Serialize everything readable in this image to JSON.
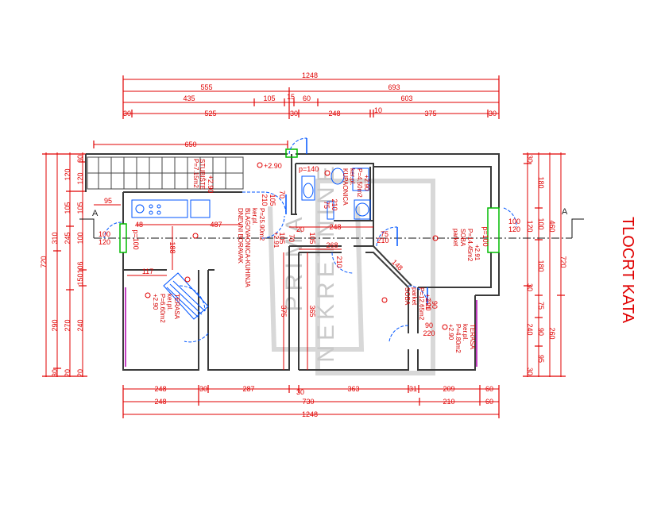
{
  "title": "TLOCRT KATA",
  "section_marks": [
    "A",
    "A"
  ],
  "watermark": {
    "line1": "PRIMA",
    "line2": "NEKRETNINE"
  },
  "colors": {
    "dimension": "#e00000",
    "wall": "#3a3a3a",
    "terrace": "#b000b0",
    "door": "#0055ff",
    "window": "#00bb00",
    "stair": "#444444"
  },
  "dims_top": {
    "total": "1248",
    "row2": [
      "555",
      "693"
    ],
    "row3": [
      "435",
      "105",
      "15",
      "60",
      "603"
    ],
    "row4": [
      "30",
      "525",
      "30",
      "248",
      "10",
      "375",
      "30"
    ],
    "row5": [
      "650"
    ]
  },
  "dims_bottom": {
    "row1": [
      "248",
      "30",
      "287",
      "30",
      "363",
      "31",
      "209",
      "60"
    ],
    "row2": [
      "248",
      "730",
      "210",
      "60"
    ],
    "total": "1248"
  },
  "dims_left": {
    "outer": "720",
    "row2": [
      "310",
      "290",
      "30"
    ],
    "row3": [
      "120",
      "105",
      "245",
      "270",
      "20"
    ],
    "row4": [
      "30",
      "120",
      "105",
      "100",
      "106",
      "150",
      "240",
      "20"
    ]
  },
  "dims_right": {
    "outer": "720",
    "row2": [
      "460",
      "260"
    ],
    "row3": [
      "180",
      "100",
      "180",
      "75",
      "90",
      "95"
    ],
    "row4": [
      "30",
      "120",
      "30",
      "240",
      "30"
    ]
  },
  "rooms": [
    {
      "name": "STUBIŠTE",
      "area": "P=7.15m2"
    },
    {
      "name": "DNEVNI BORAVAK",
      "sub": "BLAGOVAONICA-KUHINJA",
      "floor": "ker.pl.",
      "area": "P=25.90m2",
      "level": "+2.91"
    },
    {
      "name": "KUPAONICA",
      "floor": "ker.pl.",
      "area": "P=4.50m2",
      "level": "+2.90"
    },
    {
      "name": "SOBA",
      "floor": "parket",
      "area": "P=14.45m2",
      "level": "+2.91"
    },
    {
      "name": "SOBA",
      "floor": "parket",
      "area": "P=12.65m2",
      "level": "+2.91"
    },
    {
      "name": "TERASA",
      "floor": "ker.pl.",
      "area": "P=6.60m2",
      "level": "+2.90"
    },
    {
      "name": "TERASA",
      "floor": "ker.pl.",
      "area": "P=4.80m2",
      "level": "+2.90"
    }
  ],
  "inner_labels": [
    "95",
    "48",
    "100",
    "120",
    "p=100",
    "p=140",
    "p=100",
    "100",
    "120",
    "117",
    "188",
    "487",
    "105",
    "210",
    "105",
    "70",
    "75",
    "210",
    "248",
    "20",
    "105",
    "70",
    "268",
    "75",
    "210",
    "148",
    "210",
    "375",
    "365",
    "90",
    "220",
    "90",
    "220",
    "+2.90",
    "+2.90"
  ]
}
